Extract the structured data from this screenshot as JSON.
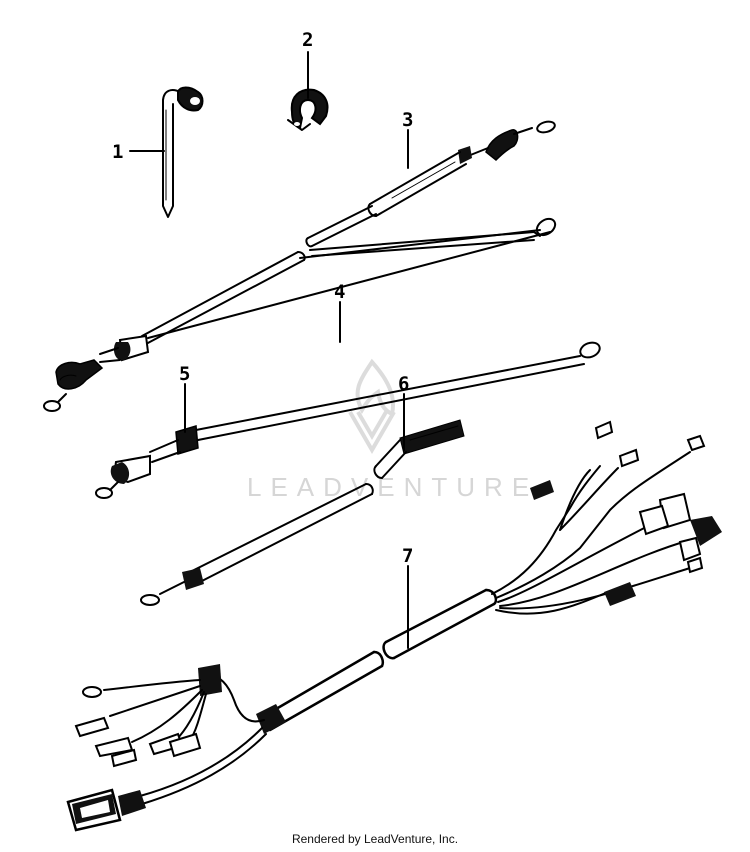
{
  "callouts": [
    "1",
    "2",
    "3",
    "4",
    "5",
    "6",
    "7"
  ],
  "watermark": {
    "text": "LEADVENTURE",
    "color": "#d6d6d6"
  },
  "credit": "Rendered by LeadVenture, Inc.",
  "colors": {
    "line": "#000000",
    "background": "#ffffff"
  }
}
